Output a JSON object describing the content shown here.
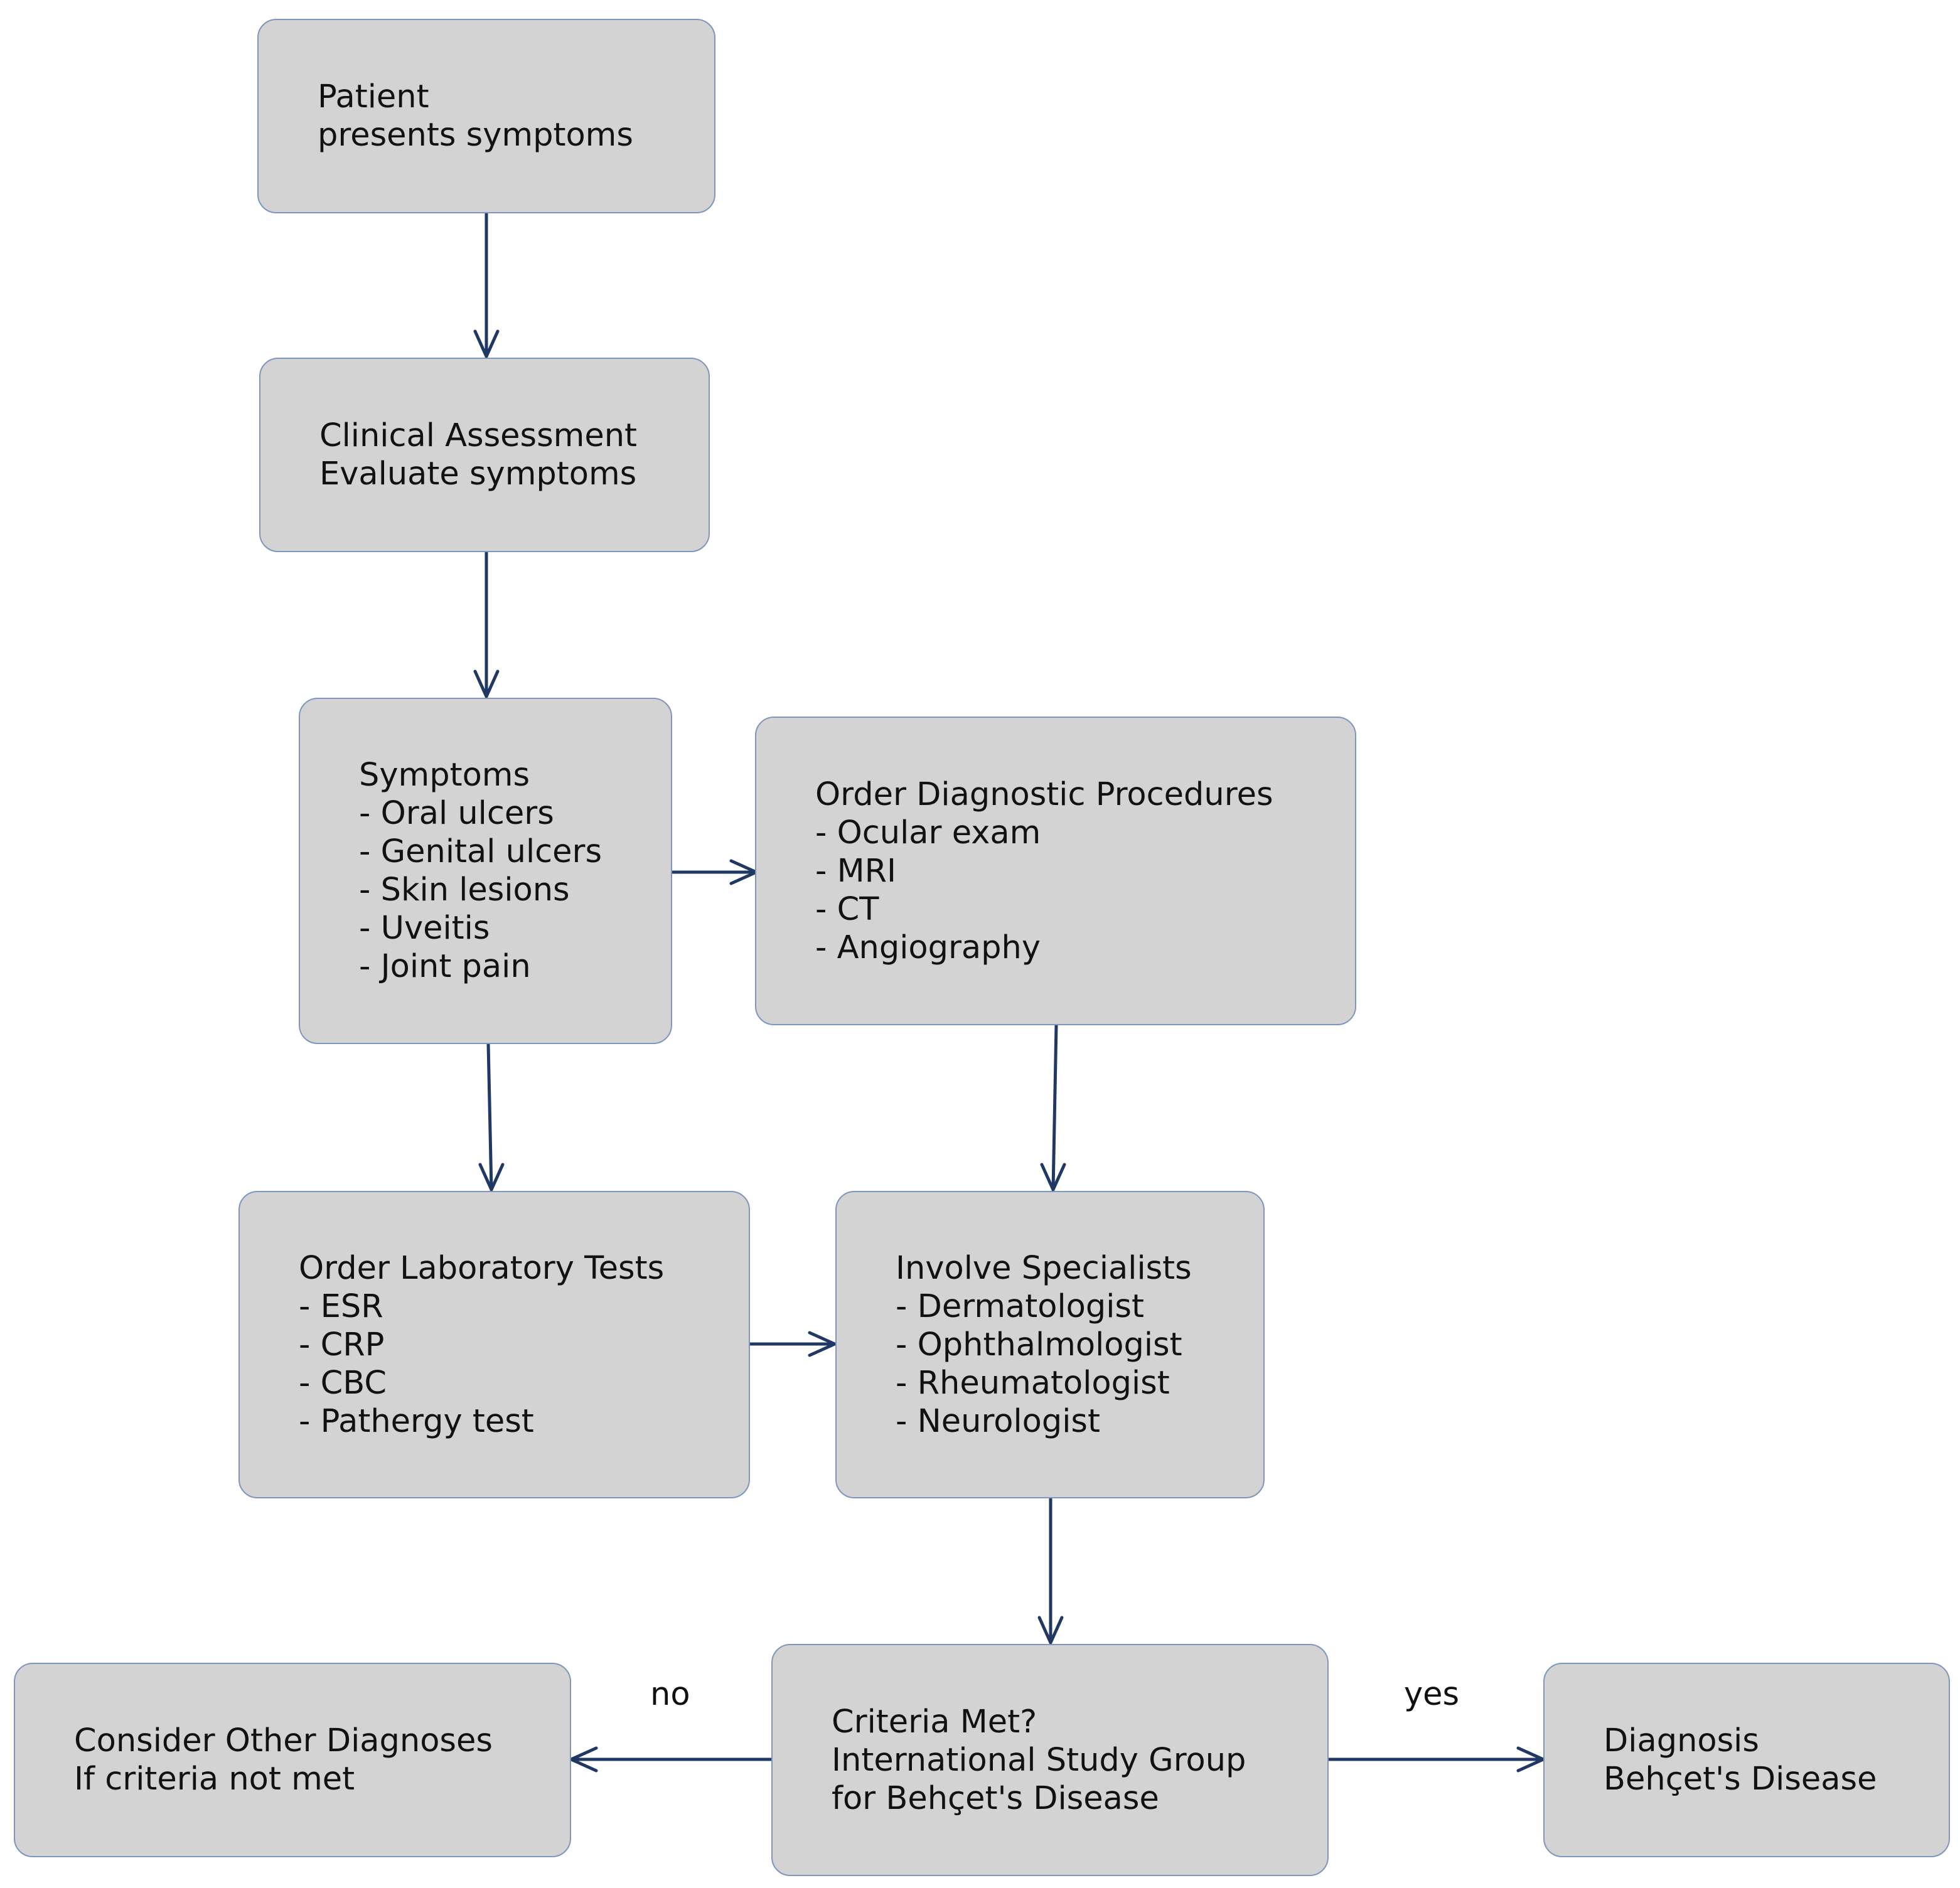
{
  "diagram": {
    "colors": {
      "node_fill": "#d3d3d3",
      "node_border": "#7d96bd",
      "edge": "#1f3864",
      "text": "#111111"
    },
    "nodes": {
      "patient": {
        "lines": [
          "Patient",
          "presents symptoms"
        ]
      },
      "clinical": {
        "lines": [
          "Clinical Assessment",
          "Evaluate symptoms"
        ]
      },
      "symptoms": {
        "lines": [
          "Symptoms",
          "- Oral ulcers",
          "- Genital ulcers",
          "- Skin lesions",
          "- Uveitis",
          "- Joint pain"
        ]
      },
      "procedures": {
        "lines": [
          "Order Diagnostic Procedures",
          "- Ocular exam",
          "- MRI",
          "- CT",
          "- Angiography"
        ]
      },
      "lab": {
        "lines": [
          "Order Laboratory Tests",
          "- ESR",
          "- CRP",
          "- CBC",
          "- Pathergy test"
        ]
      },
      "specialists": {
        "lines": [
          "Involve Specialists",
          "- Dermatologist",
          "- Ophthalmologist",
          "- Rheumatologist",
          "- Neurologist"
        ]
      },
      "criteria": {
        "lines": [
          "Criteria Met?",
          "International Study Group",
          "for Behçet's Disease"
        ]
      },
      "other": {
        "lines": [
          "Consider Other Diagnoses",
          "If criteria not met"
        ]
      },
      "diagnosis": {
        "lines": [
          "Diagnosis",
          "Behçet's Disease"
        ]
      }
    },
    "edges": [
      {
        "from": "patient",
        "to": "clinical",
        "label": ""
      },
      {
        "from": "clinical",
        "to": "symptoms",
        "label": ""
      },
      {
        "from": "symptoms",
        "to": "procedures",
        "label": ""
      },
      {
        "from": "symptoms",
        "to": "lab",
        "label": ""
      },
      {
        "from": "procedures",
        "to": "specialists",
        "label": ""
      },
      {
        "from": "lab",
        "to": "specialists",
        "label": ""
      },
      {
        "from": "specialists",
        "to": "criteria",
        "label": ""
      },
      {
        "from": "criteria",
        "to": "other",
        "label": "no"
      },
      {
        "from": "criteria",
        "to": "diagnosis",
        "label": "yes"
      }
    ]
  }
}
